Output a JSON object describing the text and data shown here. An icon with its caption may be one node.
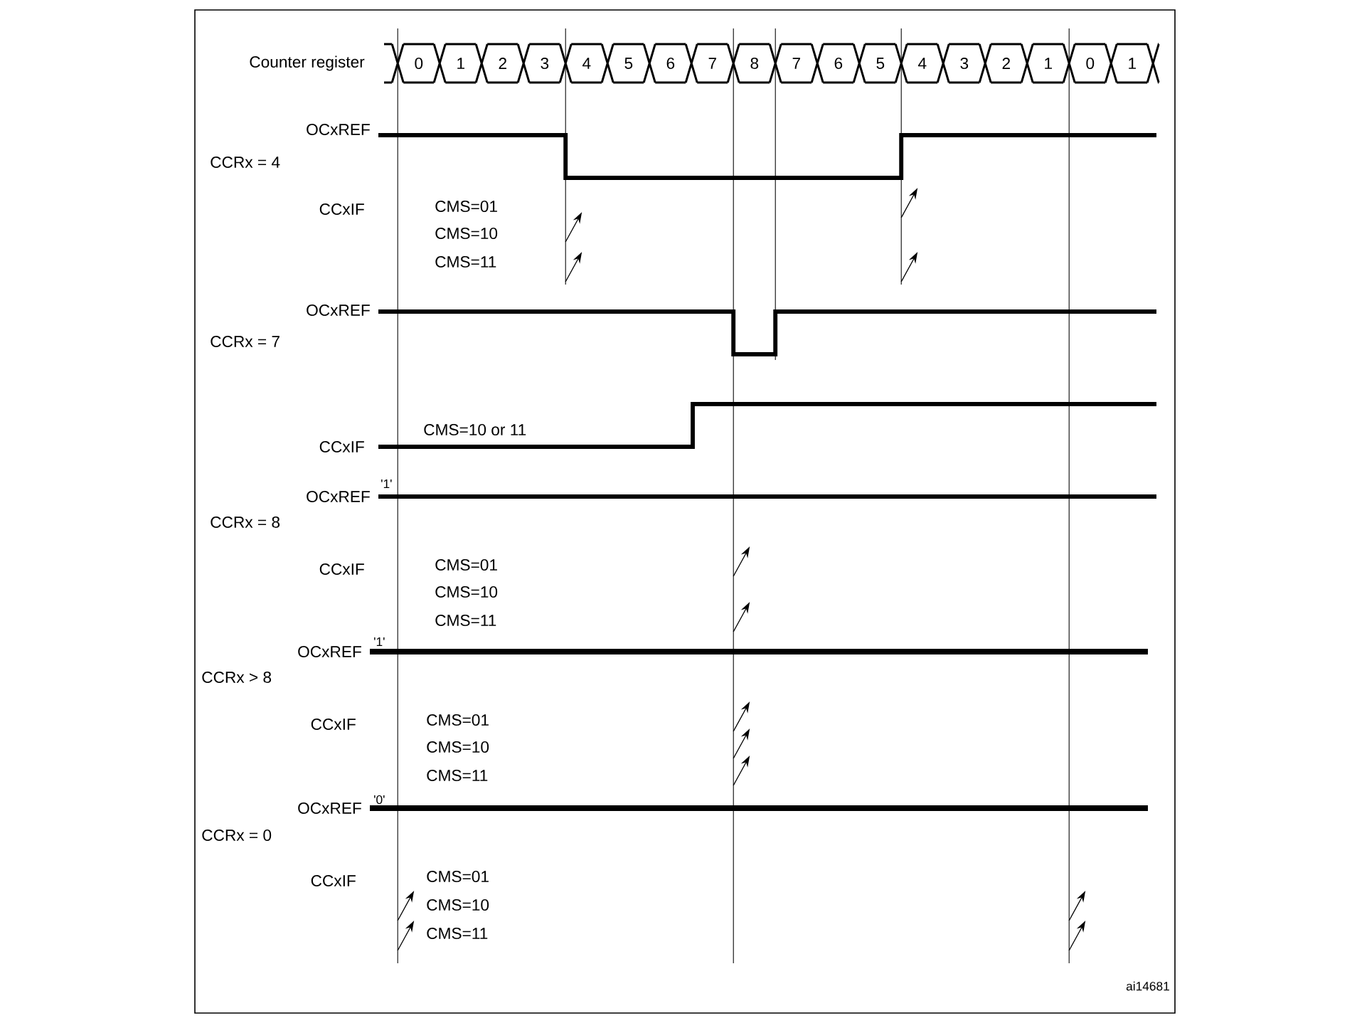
{
  "diagram": {
    "labels": [
      "Counter register",
      "0",
      "1",
      "2",
      "3",
      "4",
      "5",
      "6",
      "7",
      "8",
      "7",
      "6",
      "5",
      "4",
      "3",
      "2",
      "1",
      "0",
      "1",
      "OCxREF",
      "CCRx = 4",
      "CCxIF",
      "CMS=01",
      "CMS=10",
      "CMS=11",
      "OCxREF",
      "CCRx = 7",
      "CMS=10 or 11",
      "CCxIF",
      "'1'",
      "OCxREF",
      "CCRx = 8",
      "CCxIF",
      "CMS=01",
      "CMS=10",
      "CMS=11",
      "'1'",
      "OCxREF",
      "CCRx > 8",
      "CCxIF",
      "CMS=01",
      "CMS=10",
      "CMS=11",
      "'0'",
      "OCxREF",
      "CCRx = 0",
      "CCxIF",
      "CMS=01",
      "CMS=10",
      "CMS=11",
      "ai14681"
    ]
  }
}
